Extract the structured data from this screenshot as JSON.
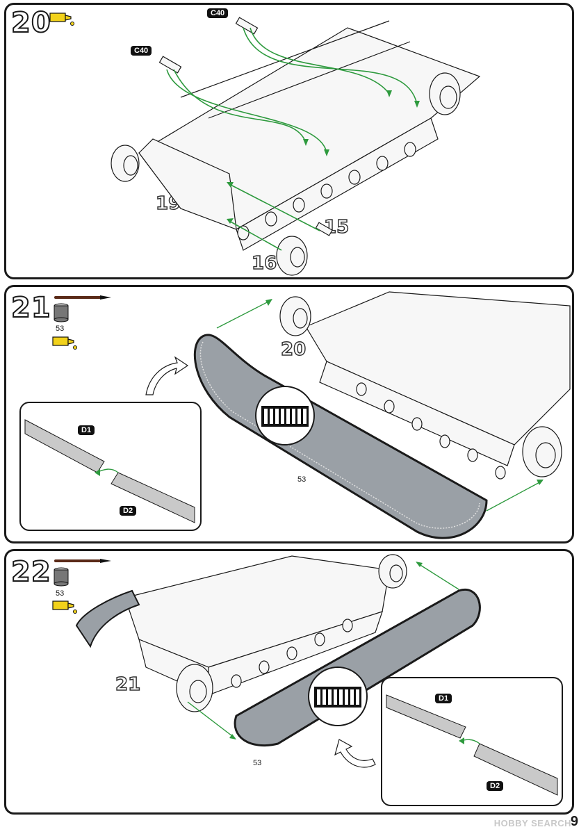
{
  "steps": [
    {
      "number": "20",
      "tags": [
        "C40",
        "C40"
      ],
      "callouts": [
        "19",
        "15",
        "16"
      ]
    },
    {
      "number": "21",
      "paint": "53",
      "callouts": [
        "20"
      ],
      "track_part": "53",
      "inset_tags": [
        "D1",
        "D2"
      ]
    },
    {
      "number": "22",
      "paint": "53",
      "callouts": [
        "21"
      ],
      "track_part": "53",
      "inset_tags": [
        "D1",
        "D2"
      ]
    }
  ],
  "watermark": "HOBBY SEARCH",
  "page_number": "9",
  "colors": {
    "arrow_green": "#2e9a3e",
    "glue_yellow": "#f2d21b",
    "line": "#1a1a1a"
  },
  "icons": [
    "glue-tube-icon",
    "paintbrush-icon",
    "paint-pot-icon",
    "rotate-arrow-icon"
  ]
}
